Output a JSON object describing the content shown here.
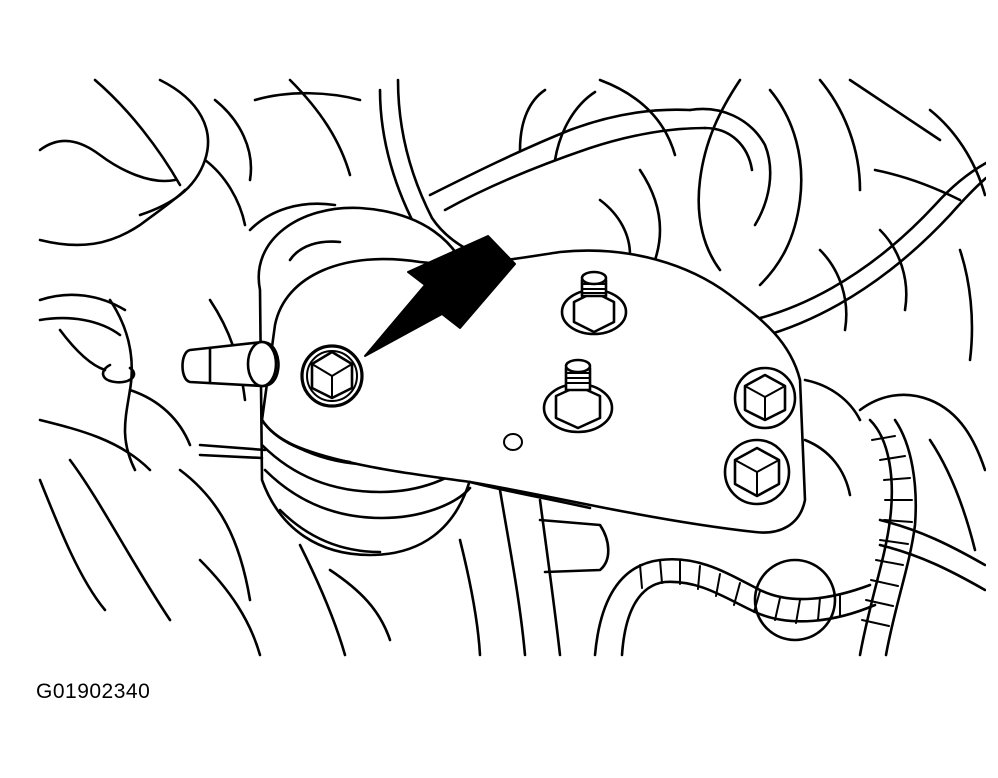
{
  "figure": {
    "id_label": "G01902340",
    "colors": {
      "line": "#000000",
      "background": "#ffffff"
    },
    "callout": {
      "type": "arrow",
      "icon": "callout-arrow-icon",
      "points_to": "bolt"
    }
  }
}
